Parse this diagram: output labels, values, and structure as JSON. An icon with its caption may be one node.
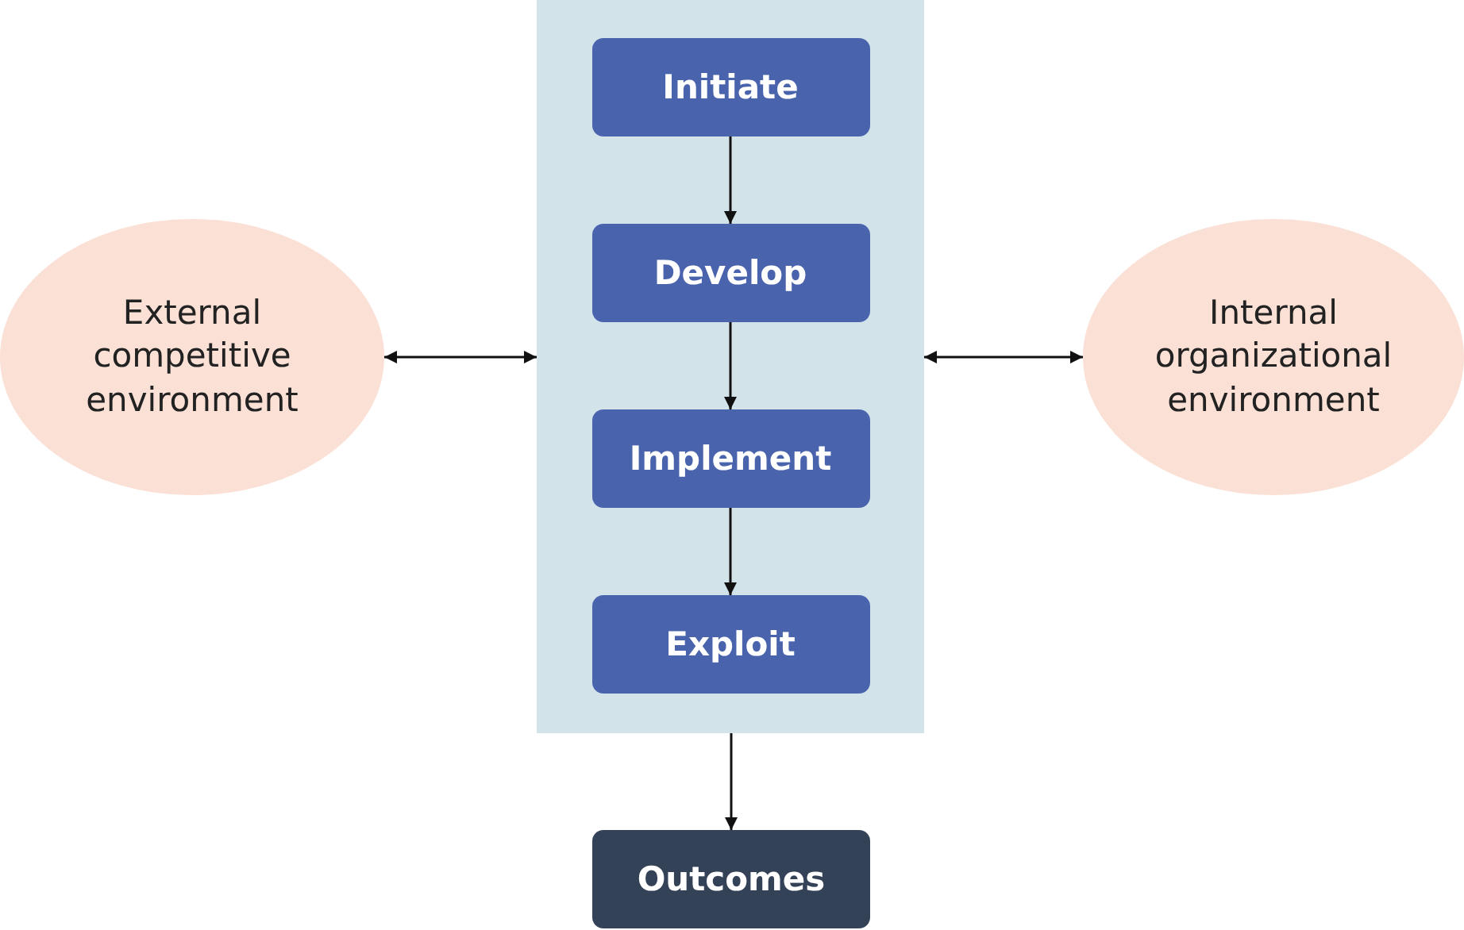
{
  "diagram": {
    "nodes": [
      {
        "text": [],
        "shape": "box"
      },
      {
        "text": [
          "Initiate"
        ],
        "in": 0
      },
      {
        "text": [
          "Develop"
        ],
        "in": 0
      },
      {
        "text": [
          "Implement"
        ],
        "in": 0
      },
      {
        "text": [
          "Exploit"
        ],
        "in": 0
      },
      {
        "text": [
          "External competitive environment"
        ]
      },
      {
        "text": [
          "Internal organizational environment"
        ]
      },
      {
        "text": [
          "Outcomes"
        ]
      }
    ],
    "edges": [
      {
        "from": 1,
        "to": 2,
        "arrow": "to"
      },
      {
        "from": 2,
        "to": 3,
        "arrow": "to"
      },
      {
        "from": 3,
        "to": 4,
        "arrow": "to"
      },
      {
        "from": 5,
        "to": 0,
        "arrow": "both"
      },
      {
        "from": 0,
        "to": 6,
        "arrow": "both"
      },
      {
        "from": 0,
        "to": 7,
        "arrow": "to"
      }
    ]
  }
}
